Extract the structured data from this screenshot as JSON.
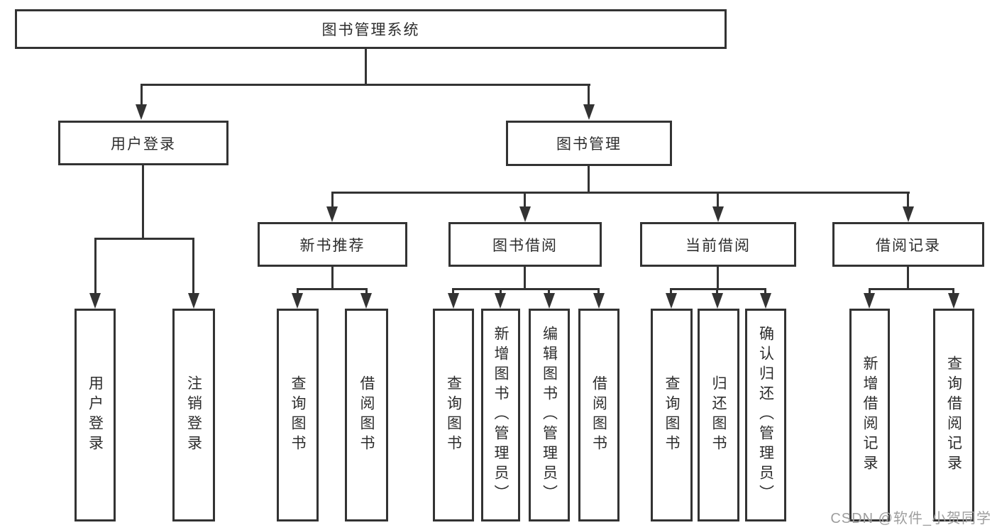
{
  "title": "图书管理系统",
  "watermark": "CSDN @软件_小贺同学",
  "colors": {
    "line": "#333333",
    "text": "#2d2d2d",
    "background": "#ffffff",
    "watermark": "#9e9e9e"
  },
  "nodes": {
    "root": {
      "label": "图书管理系统"
    },
    "user_login": {
      "label": "用户登录"
    },
    "book_mgmt": {
      "label": "图书管理"
    },
    "leaf_user_login": {
      "label": "用户登录"
    },
    "leaf_logout": {
      "label": "注销登录"
    },
    "new_book_rec": {
      "label": "新书推荐"
    },
    "book_borrow": {
      "label": "图书借阅"
    },
    "current_borrow": {
      "label": "当前借阅"
    },
    "borrow_record": {
      "label": "借阅记录"
    },
    "nb_query": {
      "label": "查询图书"
    },
    "nb_borrow": {
      "label": "借阅图书"
    },
    "bb_query": {
      "label": "查询图书"
    },
    "bb_add": {
      "label": "新增图书（管理员）"
    },
    "bb_edit": {
      "label": "编辑图书（管理员）"
    },
    "bb_borrow": {
      "label": "借阅图书"
    },
    "cb_query": {
      "label": "查询图书"
    },
    "cb_return": {
      "label": "归还图书"
    },
    "cb_confirm": {
      "label": "确认归还（管理员）"
    },
    "br_add": {
      "label": "新增借阅记录"
    },
    "br_query": {
      "label": "查询借阅记录"
    }
  },
  "hierarchy": [
    {
      "parent": "图书管理系统",
      "children": [
        "用户登录",
        "图书管理"
      ]
    },
    {
      "parent": "用户登录",
      "children": [
        "用户登录",
        "注销登录"
      ]
    },
    {
      "parent": "图书管理",
      "children": [
        "新书推荐",
        "图书借阅",
        "当前借阅",
        "借阅记录"
      ]
    },
    {
      "parent": "新书推荐",
      "children": [
        "查询图书",
        "借阅图书"
      ]
    },
    {
      "parent": "图书借阅",
      "children": [
        "查询图书",
        "新增图书（管理员）",
        "编辑图书（管理员）",
        "借阅图书"
      ]
    },
    {
      "parent": "当前借阅",
      "children": [
        "查询图书",
        "归还图书",
        "确认归还（管理员）"
      ]
    },
    {
      "parent": "借阅记录",
      "children": [
        "新增借阅记录",
        "查询借阅记录"
      ]
    }
  ]
}
